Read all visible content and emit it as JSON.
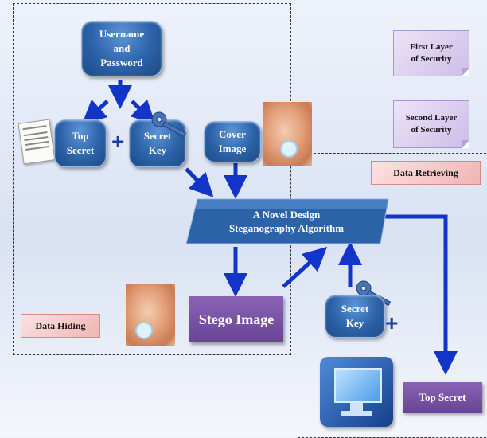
{
  "nodes": {
    "username_password": [
      "Username",
      "and",
      "Password"
    ],
    "top_secret_input": [
      "Top",
      "Secret"
    ],
    "secret_key_input": [
      "Secret",
      "Key"
    ],
    "cover_image": [
      "Cover",
      "Image"
    ],
    "algorithm": [
      "A Novel Design",
      "Steganography Algorithm"
    ],
    "stego_image": "Stego Image",
    "secret_key_retrieve": [
      "Secret",
      "Key"
    ],
    "top_secret_output": "Top Secret"
  },
  "labels": {
    "first_layer": [
      "First Layer",
      "of Security"
    ],
    "second_layer": [
      "Second Layer",
      "of Security"
    ],
    "data_hiding": "Data Hiding",
    "data_retrieving": "Data Retrieving"
  },
  "plus_signs": [
    "+",
    "+"
  ],
  "colors": {
    "node_blue": "#2c62a8",
    "arrow_blue": "#1234c8",
    "purple": "#6a4593",
    "layer_label": "#cdbde8",
    "section_label": "#f1b4b4",
    "divider_red": "#d23a3a"
  },
  "icons": [
    "key-icon",
    "document-icon",
    "face-photo-icon",
    "computer-monitor-icon"
  ]
}
